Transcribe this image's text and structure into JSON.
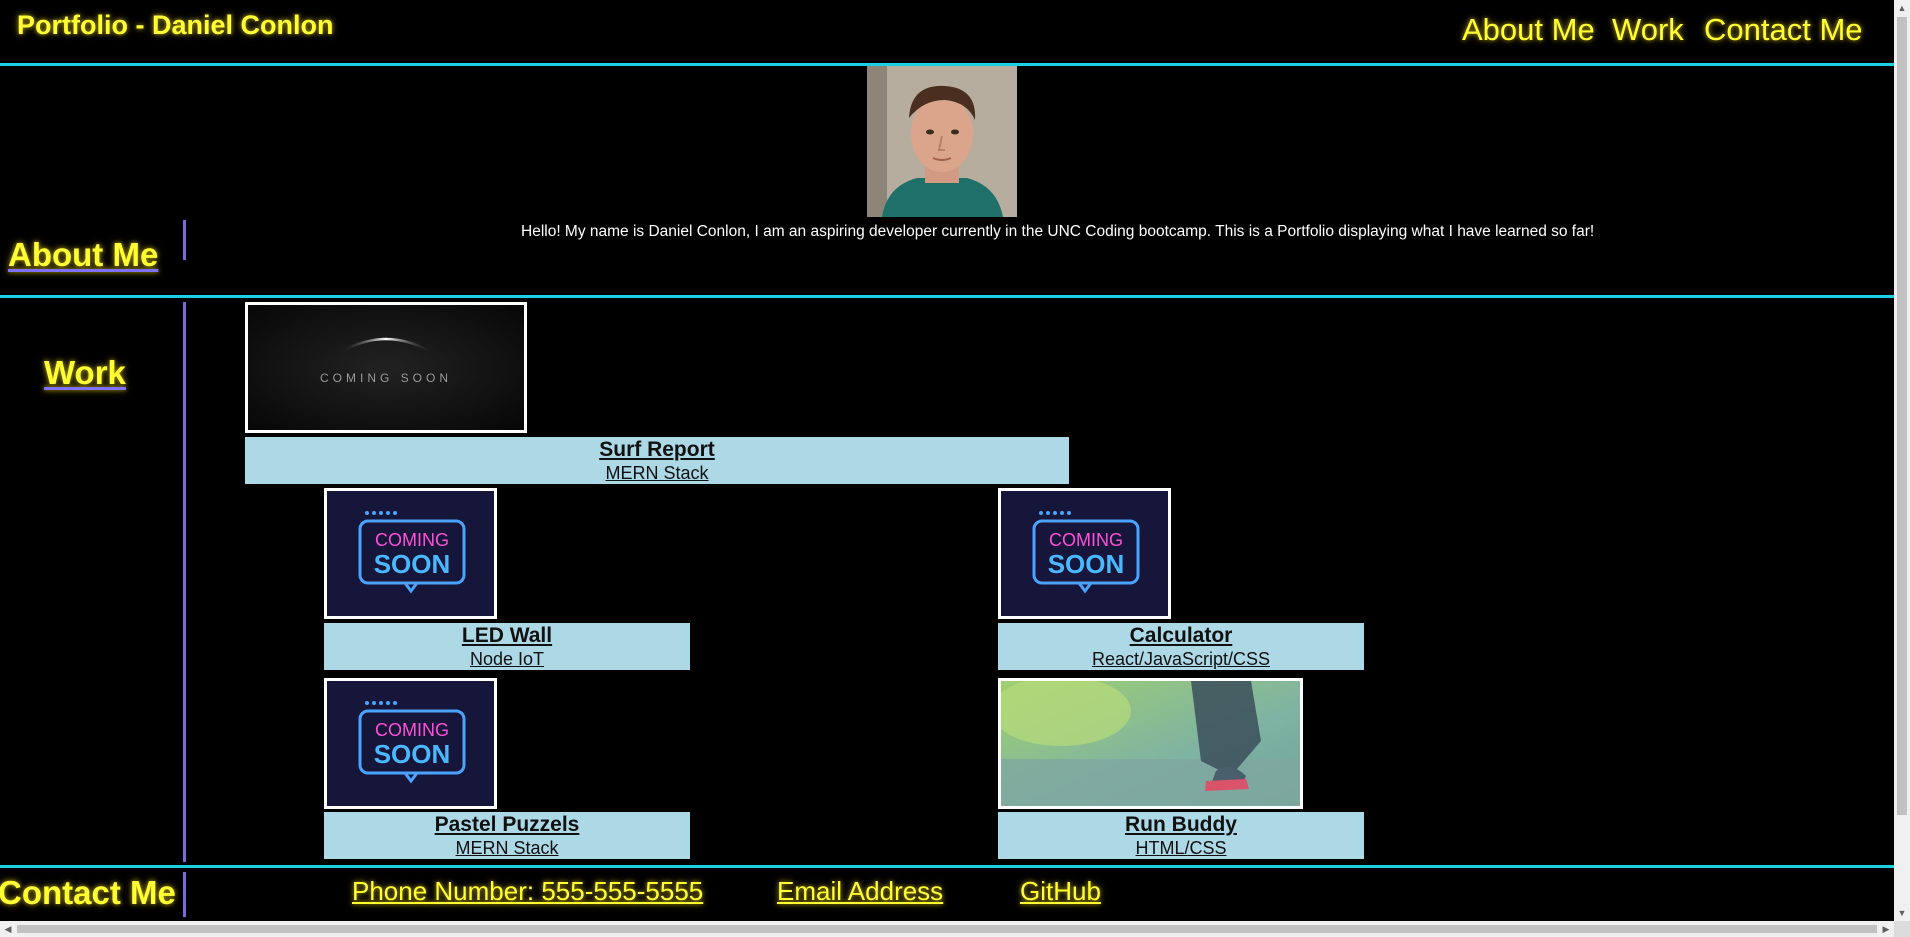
{
  "header": {
    "title": "Portfolio - Daniel Conlon",
    "nav": [
      "About Me",
      "Work",
      "Contact Me"
    ]
  },
  "about": {
    "heading": "About Me",
    "photo_alt": "Daniel Conlon headshot",
    "intro": "Hello! My name is Daniel Conlon, I am an aspiring developer currently in the UNC Coding bootcamp. This is a Portfolio displaying what I have learned so far!"
  },
  "work": {
    "heading": "Work",
    "projects": [
      {
        "title": "Surf Report",
        "stack": "MERN Stack",
        "image": "coming-soon-dark",
        "image_text": "COMING SOON"
      },
      {
        "title": "LED Wall",
        "stack": "Node IoT",
        "image": "coming-soon-neon",
        "image_text": "COMING SOON"
      },
      {
        "title": "Calculator",
        "stack": "React/JavaScript/CSS",
        "image": "coming-soon-neon",
        "image_text": "COMING SOON"
      },
      {
        "title": "Pastel Puzzels",
        "stack": "MERN Stack",
        "image": "coming-soon-neon",
        "image_text": "COMING SOON"
      },
      {
        "title": "Run Buddy",
        "stack": "HTML/CSS",
        "image": "runner-photo"
      }
    ]
  },
  "contact": {
    "heading": "Contact Me",
    "links": [
      "Phone Number: 555-555-5555",
      "Email Address",
      "GitHub"
    ]
  },
  "colors": {
    "accent_text": "#ffff33",
    "divider": "#1ecfe0",
    "vertical_rule": "#7b6ad6",
    "caption_bg": "#add8e6",
    "background": "#000000"
  }
}
